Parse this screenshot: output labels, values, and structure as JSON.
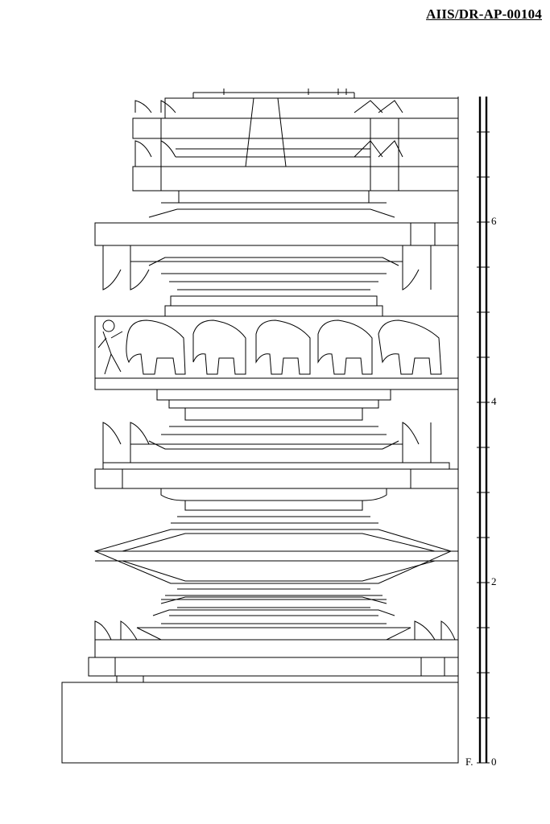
{
  "header": {
    "code": "AIIS/DR-AP-00104"
  },
  "scale": {
    "labels": [
      "6",
      "4",
      "2",
      "0"
    ],
    "floor_label": "F."
  },
  "icons": {
    "frieze": "elephant-procession-relief",
    "figure": "dancing-figure-relief"
  }
}
